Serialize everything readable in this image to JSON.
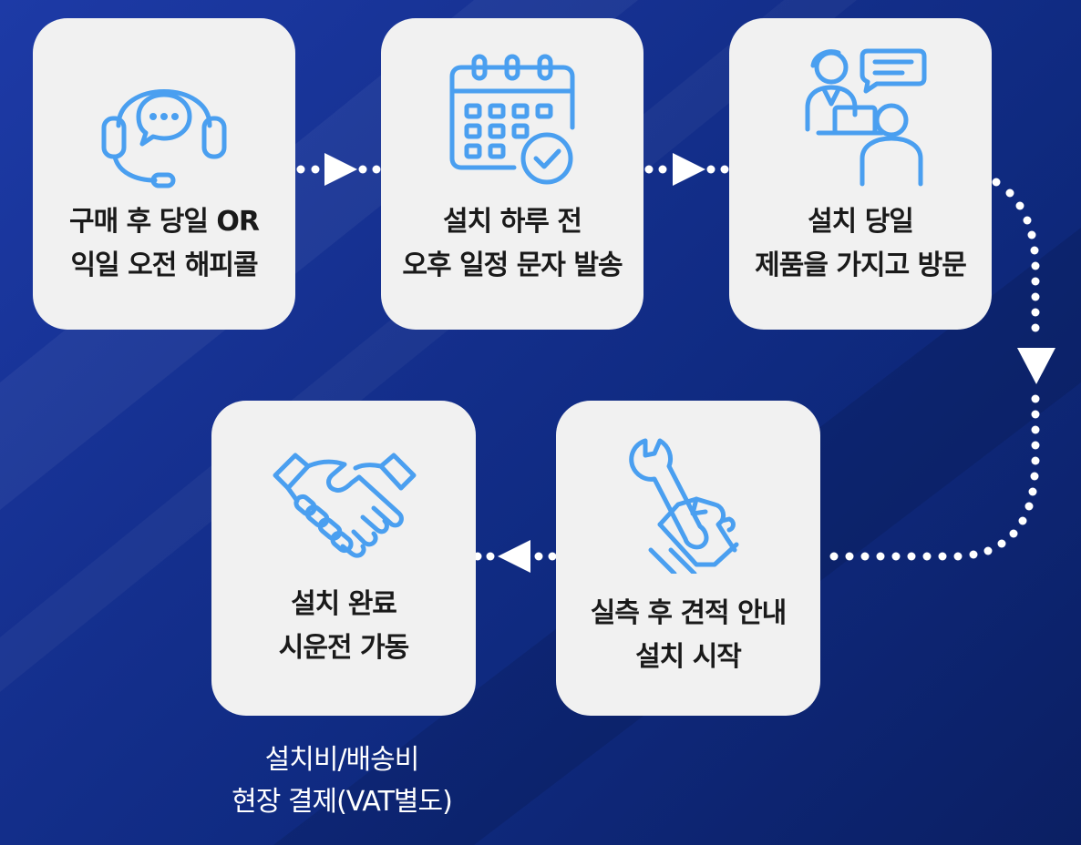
{
  "steps": [
    {
      "line1": "구매 후 당일 OR",
      "line2": "익일 오전 해피콜",
      "icon": "headset-chat-icon"
    },
    {
      "line1": "설치 하루 전",
      "line2": "오후 일정 문자 발송",
      "icon": "calendar-check-icon"
    },
    {
      "line1": "설치 당일",
      "line2": "제품을 가지고 방문",
      "icon": "consultation-icon"
    },
    {
      "line1": "실측 후 견적 안내",
      "line2": "설치 시작",
      "icon": "wrench-hand-icon"
    },
    {
      "line1": "설치 완료",
      "line2": "시운전 가동",
      "icon": "handshake-icon"
    }
  ],
  "note": {
    "line1": "설치비/배송비",
    "line2": "현장 결제(VAT별도)"
  },
  "colors": {
    "icon": "#4a9ff0",
    "card": "#f1f1f1",
    "connector": "#ffffff"
  }
}
